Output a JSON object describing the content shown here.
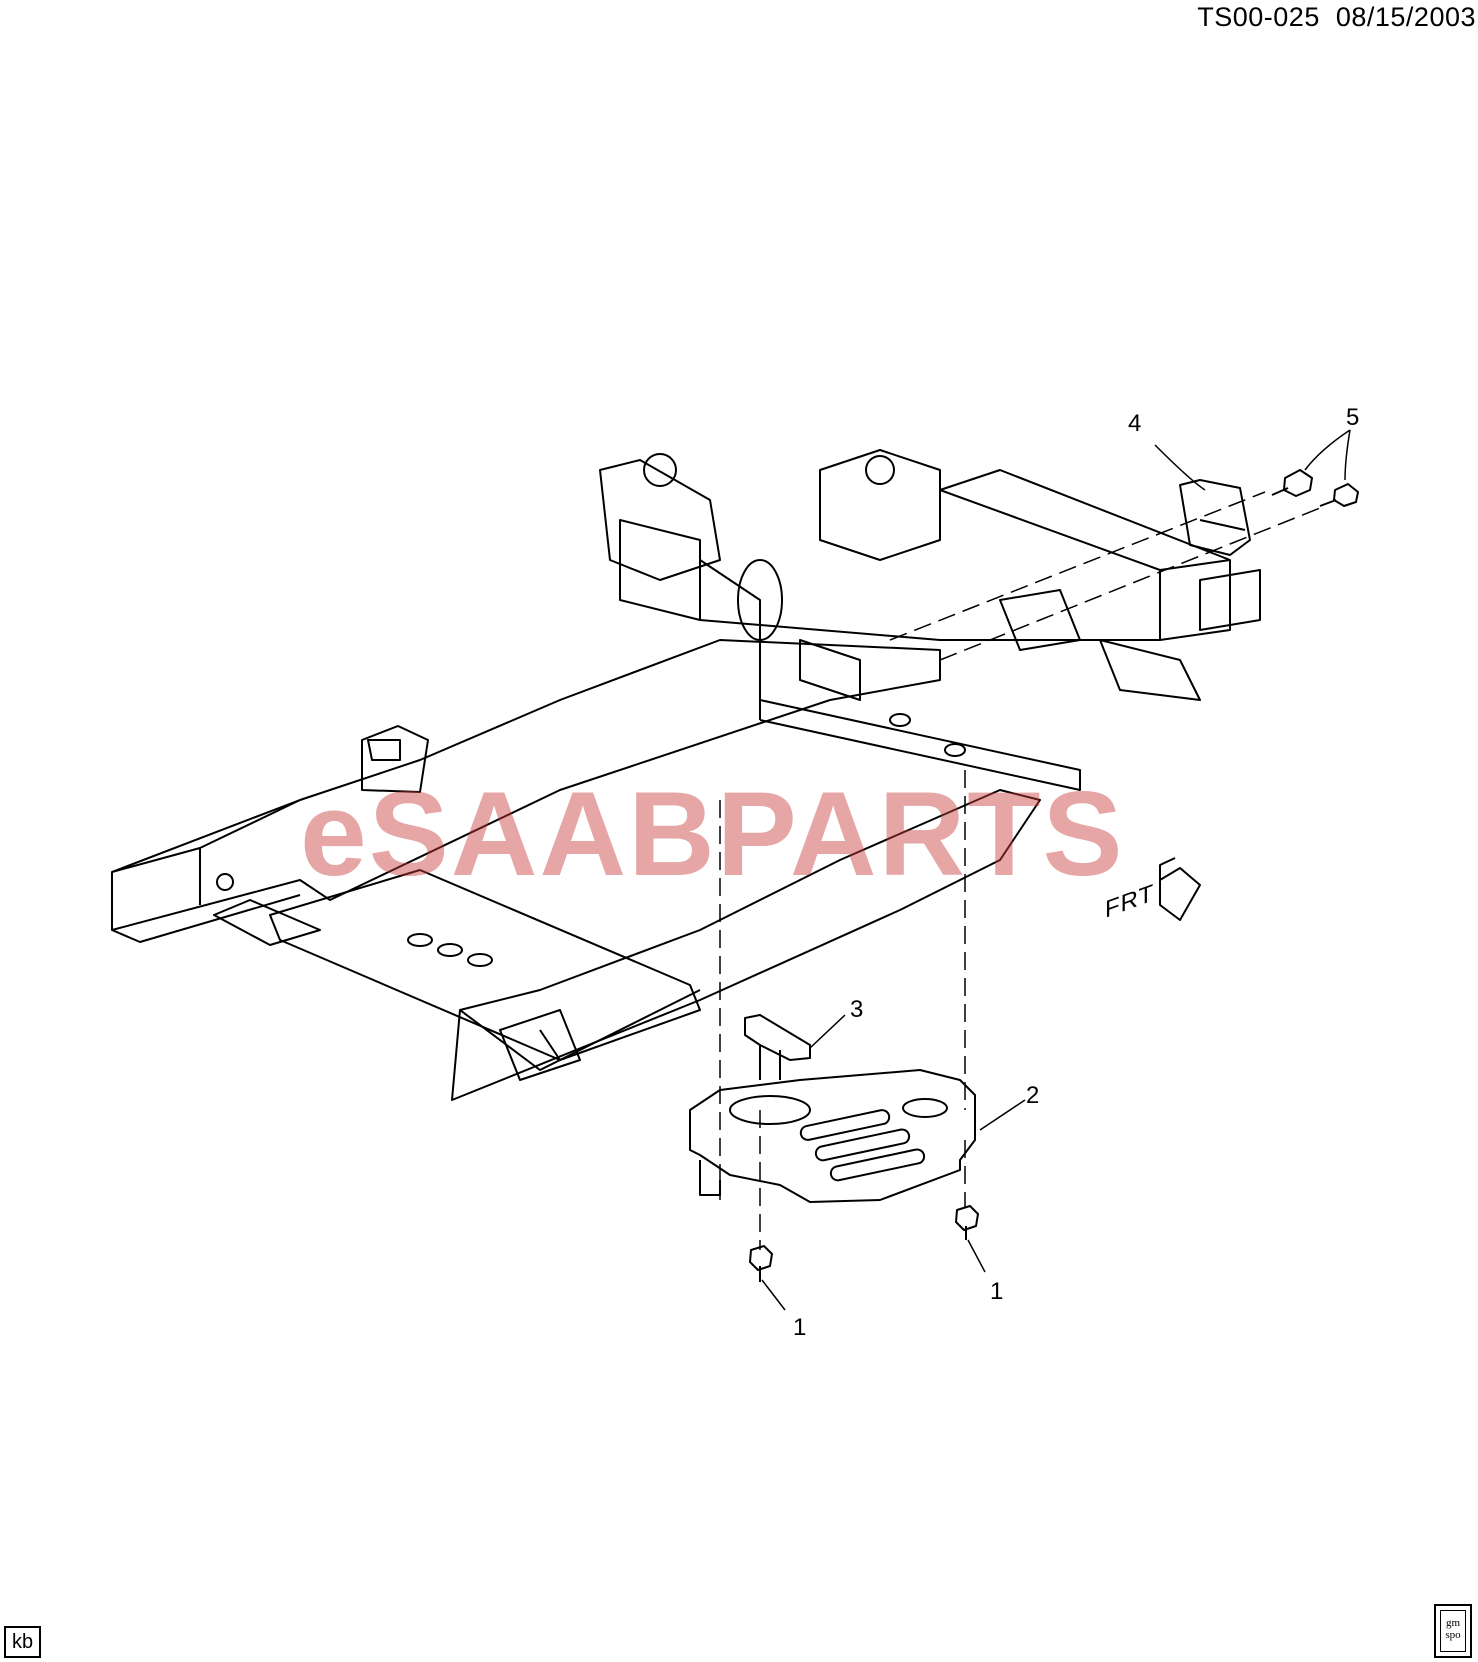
{
  "header": {
    "doc_id": "TS00-025",
    "date": "08/15/2003"
  },
  "watermark": {
    "text": "eSAABPARTS",
    "color": "#c83c3c"
  },
  "orientation": {
    "label": "FRT"
  },
  "callouts": [
    {
      "id": "c1a",
      "label": "1"
    },
    {
      "id": "c1b",
      "label": "1"
    },
    {
      "id": "c2",
      "label": "2"
    },
    {
      "id": "c3",
      "label": "3"
    },
    {
      "id": "c4",
      "label": "4"
    },
    {
      "id": "c5",
      "label": "5"
    }
  ],
  "footer": {
    "left_badge": "kb",
    "right_badge_line1": "gm",
    "right_badge_line2": "spo"
  }
}
